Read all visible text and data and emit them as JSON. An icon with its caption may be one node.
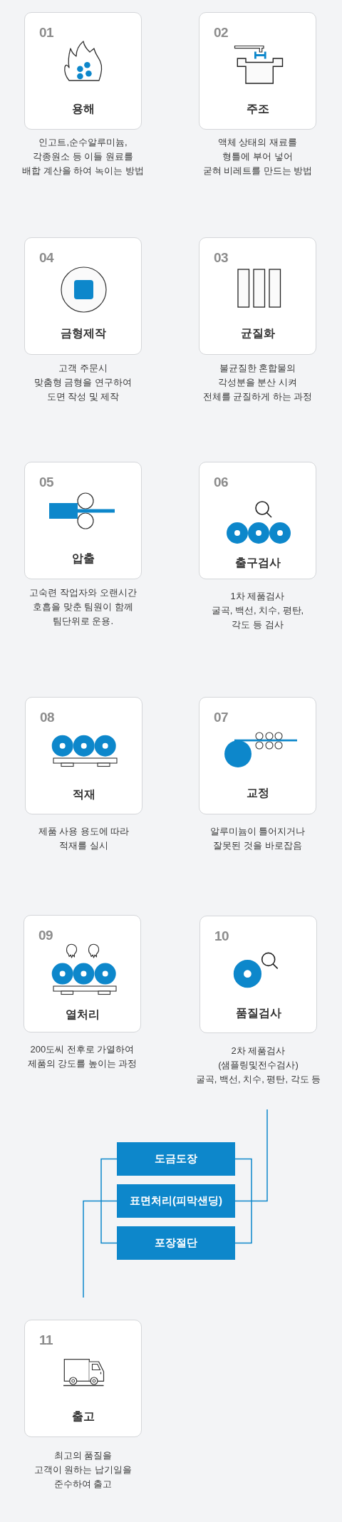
{
  "diagram": {
    "nodes": [
      {
        "text": [
          "01",
          "용해"
        ],
        "beside": [
          "인고트,순수알루미늄, 각종원소 등 이들 원료를 배합 계산을 하여 녹이는 방법"
        ]
      },
      {
        "text": [
          "02",
          "주조"
        ],
        "beside": [
          "액체 상태의 재료를 형틀에 부어 넣어 굳혀 비레트를 만드는 방법"
        ]
      },
      {
        "text": [
          "04",
          "금형제작"
        ],
        "beside": [
          "고객 주문시 맞춤형 금형을 연구하여 도면 작성 및 제작"
        ]
      },
      {
        "text": [
          "03",
          "균질화"
        ],
        "beside": [
          "불균질한 혼합물의 각성분을 분산 시켜 전체를 균질하게 하는 과정"
        ]
      },
      {
        "text": [
          "05",
          "압출"
        ],
        "beside": [
          "고숙련 작업자와 오랜시간 호흡을 맞춘 팀원이 함께 팀단위로 운용."
        ]
      },
      {
        "text": [
          "06",
          "출구검사"
        ],
        "beside": [
          "1차 제품검사 굴곡, 백선, 치수, 평탄, 각도 등 검사"
        ]
      },
      {
        "text": [
          "08",
          "적재"
        ],
        "beside": [
          "제품 사용 용도에 따라 적재를 실시"
        ]
      },
      {
        "text": [
          "07",
          "교정"
        ],
        "beside": [
          "알루미늄이 틀어지거나 잘못된 것을 바로잡음"
        ]
      },
      {
        "text": [
          "09",
          "열처리"
        ],
        "beside": [
          "200도씨 전후로 가열하여 제품의 강도를 높이는 과정"
        ]
      },
      {
        "text": [
          "10",
          "품질검사"
        ],
        "beside": [
          "2차 제품검사 (샘플링및전수검사) 굴곡, 백선, 치수, 평탄, 각도 등"
        ]
      },
      {
        "text": [
          "도금도장"
        ]
      },
      {
        "text": [
          "표면처리(피막샌딩)"
        ]
      },
      {
        "text": [
          "포장절단"
        ]
      },
      {
        "text": [
          "11",
          "출고"
        ],
        "beside": [
          "최고의 품질을 고객이 원하는 납기일을 준수하여 출고"
        ]
      }
    ],
    "edges": [
      {
        "from": null,
        "to": 10,
        "arrow": "none"
      },
      {
        "from": null,
        "to": 11,
        "arrow": "none"
      },
      {
        "from": null,
        "to": 12,
        "arrow": "none"
      },
      {
        "from": 10,
        "to": null,
        "arrow": "none"
      },
      {
        "from": 11,
        "to": null,
        "arrow": "none"
      },
      {
        "from": 12,
        "to": null,
        "arrow": "none"
      }
    ]
  }
}
